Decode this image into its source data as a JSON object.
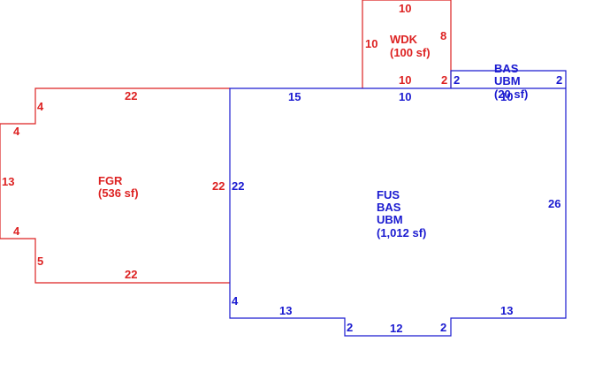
{
  "colors": {
    "garage": "#dd2222",
    "deck": "#dd2222",
    "house": "#1a1ad0",
    "small_area": "#1a1ad0"
  },
  "garage": {
    "code": "FGR",
    "area": "(536 sf)",
    "dims": {
      "top": "22",
      "bottom": "22",
      "left": "13",
      "upper_step_v": "4",
      "upper_step_h": "4",
      "lower_step_h": "4",
      "lower_step_v": "5",
      "right": "22"
    }
  },
  "deck": {
    "code": "WDK",
    "area": "(100 sf)",
    "dims": {
      "top": "10",
      "left": "10",
      "right": "8",
      "bottom": "10",
      "notch": "2"
    }
  },
  "house": {
    "codes": [
      "FUS",
      "BAS",
      "UBM"
    ],
    "area": "(1,012 sf)",
    "dims": {
      "top_left": "15",
      "top_mid": "10",
      "left": "22",
      "right": "26",
      "lower_left": "4",
      "bottom_left": "13",
      "bottom_right": "13",
      "bay_left": "2",
      "bay_bottom": "12",
      "bay_right": "2"
    }
  },
  "small_area": {
    "codes": [
      "BAS",
      "UBM"
    ],
    "area": "(20 sf)",
    "dims": {
      "left": "2",
      "right": "2",
      "width": "10"
    }
  }
}
